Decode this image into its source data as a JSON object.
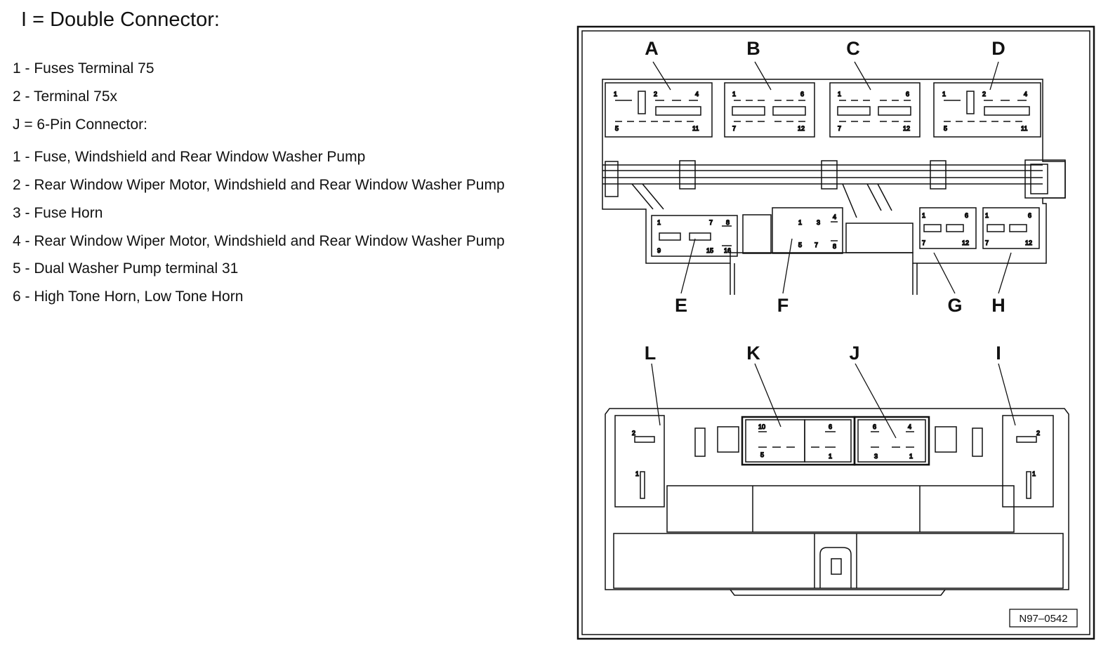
{
  "heading": "I = Double Connector:",
  "legend_items": [
    "1 - Fuses Terminal 75",
    "2 - Terminal 75x",
    "J = 6-Pin Connector:",
    "1 - Fuse, Windshield and Rear Window Washer Pump",
    "2 - Rear Window Wiper Motor, Windshield and Rear Window Washer Pump",
    "3 - Fuse Horn",
    "4 - Rear Window Wiper Motor, Windshield and Rear Window Washer Pump",
    "5 - Dual Washer Pump terminal 31",
    "6 - High Tone Horn, Low Tone Horn"
  ],
  "diagram": {
    "top_labels": [
      "A",
      "B",
      "C",
      "D"
    ],
    "mid_labels": [
      "E",
      "F",
      "G",
      "H"
    ],
    "lower_labels": [
      "L",
      "K",
      "J",
      "I"
    ],
    "figure_number": "N97–0542",
    "pins": {
      "a": [
        "1",
        "2",
        "4",
        "5",
        "11"
      ],
      "b": [
        "1",
        "6",
        "7",
        "12"
      ],
      "c": [
        "1",
        "6",
        "7",
        "12"
      ],
      "d": [
        "1",
        "2",
        "4",
        "5",
        "11"
      ],
      "e": [
        "1",
        "7",
        "8",
        "9",
        "15",
        "16"
      ],
      "f": [
        "1",
        "3",
        "4",
        "5",
        "7",
        "8"
      ],
      "g": [
        "1",
        "6",
        "7",
        "12"
      ],
      "h": [
        "1",
        "6",
        "7",
        "12"
      ],
      "l": [
        "2",
        "1"
      ],
      "k": [
        "10",
        "6",
        "5",
        "1"
      ],
      "j": [
        "6",
        "4",
        "3",
        "1"
      ],
      "i": [
        "2",
        "1"
      ]
    }
  }
}
